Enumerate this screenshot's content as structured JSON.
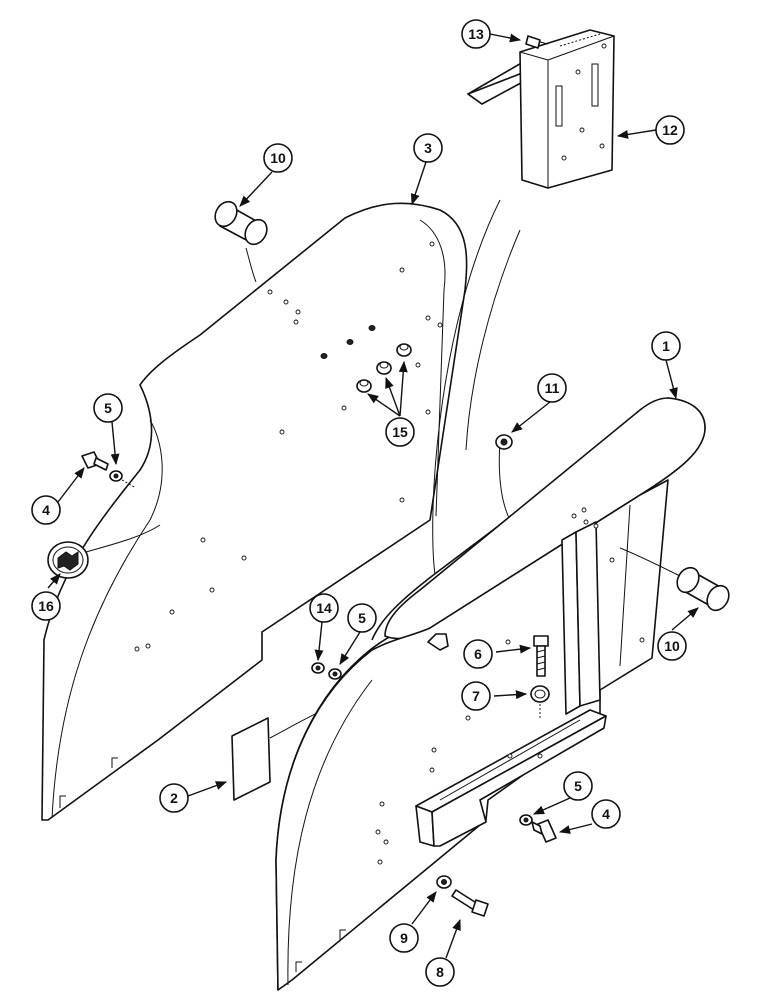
{
  "diagram": {
    "callouts": [
      {
        "id": "c1",
        "label": "1"
      },
      {
        "id": "c2",
        "label": "2"
      },
      {
        "id": "c3",
        "label": "3"
      },
      {
        "id": "c4a",
        "label": "4"
      },
      {
        "id": "c4b",
        "label": "4"
      },
      {
        "id": "c5a",
        "label": "5"
      },
      {
        "id": "c5b",
        "label": "5"
      },
      {
        "id": "c5c",
        "label": "5"
      },
      {
        "id": "c6",
        "label": "6"
      },
      {
        "id": "c7",
        "label": "7"
      },
      {
        "id": "c8",
        "label": "8"
      },
      {
        "id": "c9",
        "label": "9"
      },
      {
        "id": "c10a",
        "label": "10"
      },
      {
        "id": "c10b",
        "label": "10"
      },
      {
        "id": "c11",
        "label": "11"
      },
      {
        "id": "c12",
        "label": "12"
      },
      {
        "id": "c13",
        "label": "13"
      },
      {
        "id": "c14",
        "label": "14"
      },
      {
        "id": "c15",
        "label": "15"
      },
      {
        "id": "c16",
        "label": "16"
      }
    ]
  }
}
